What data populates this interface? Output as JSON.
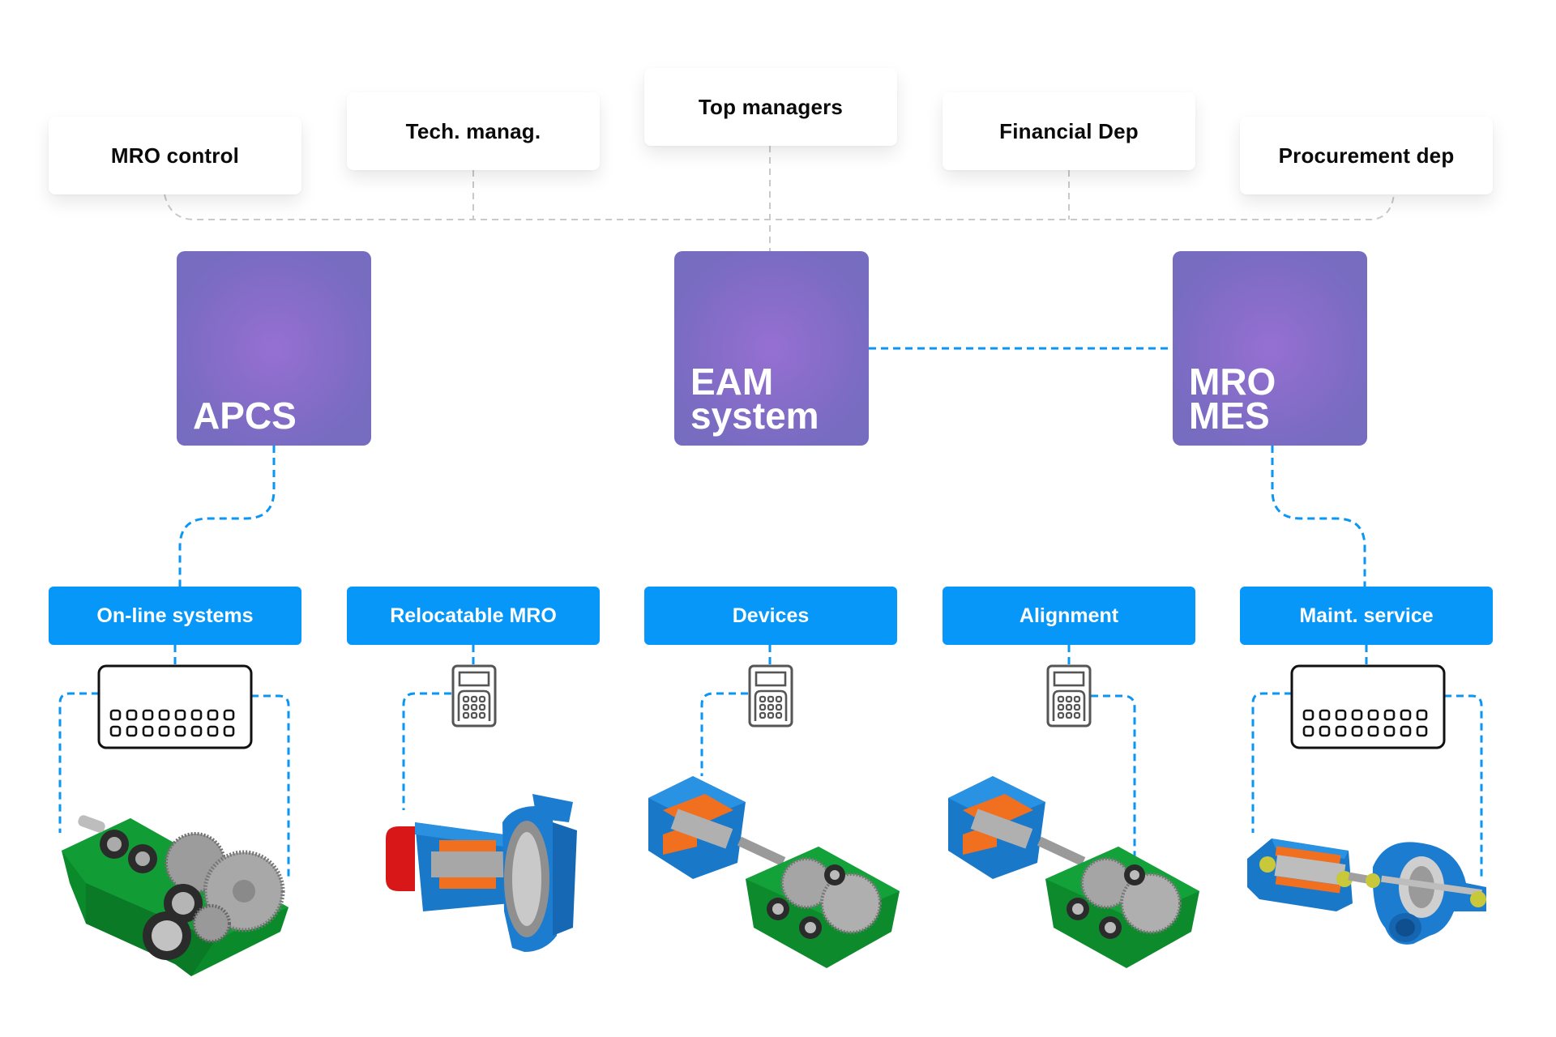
{
  "departments": [
    {
      "id": "mro-control",
      "label": "MRO control"
    },
    {
      "id": "tech-manag",
      "label": "Tech. manag."
    },
    {
      "id": "top-managers",
      "label": "Top managers"
    },
    {
      "id": "financial-dep",
      "label": "Financial Dep"
    },
    {
      "id": "procurement-dep",
      "label": "Procurement dep"
    }
  ],
  "systems": [
    {
      "id": "apcs",
      "lines": [
        "APCS"
      ]
    },
    {
      "id": "eam-system",
      "lines": [
        "EAM",
        "system"
      ]
    },
    {
      "id": "mro-mes",
      "lines": [
        "MRO",
        "MES"
      ]
    }
  ],
  "sections": [
    {
      "id": "on-line-systems",
      "label": "On-line systems",
      "device_icon": "controller-panel-icon",
      "equipment": "gearbox-illustration"
    },
    {
      "id": "relocatable-mro",
      "label": "Relocatable MRO",
      "device_icon": "handheld-device-icon",
      "equipment": "motor-fan-illustration"
    },
    {
      "id": "devices",
      "label": "Devices",
      "device_icon": "handheld-device-icon",
      "equipment": "motor-gearbox-illustration"
    },
    {
      "id": "alignment",
      "label": "Alignment",
      "device_icon": "handheld-device-icon",
      "equipment": "motor-gearbox-illustration"
    },
    {
      "id": "maint-service",
      "label": "Maint. service",
      "device_icon": "controller-panel-icon",
      "equipment": "motor-pump-illustration"
    }
  ],
  "colors": {
    "system_purple": "#786cc1",
    "system_purple_center": "#9670d2",
    "section_blue": "#0797f9",
    "wire_blue": "#0a96f2",
    "wire_gray": "#c8c8c8"
  }
}
